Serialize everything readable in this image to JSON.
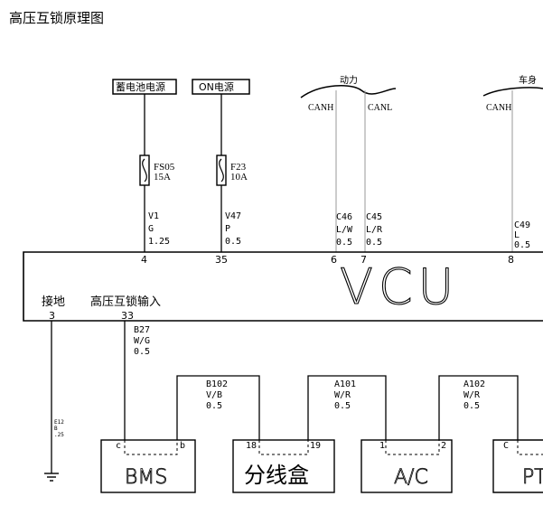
{
  "title": "高压互锁原理图",
  "power_sources": {
    "battery": "蓄电池电源",
    "on": "ON电源"
  },
  "fuses": [
    {
      "name": "FS05",
      "rating": "15A"
    },
    {
      "name": "F23",
      "rating": "10A"
    }
  ],
  "bus_groups": {
    "power": "动力",
    "body": "车身"
  },
  "can_labels": {
    "power_h": "CANH",
    "power_l": "CANL",
    "body_h": "CANH"
  },
  "wires": {
    "v1": [
      "V1",
      "G",
      "1.25"
    ],
    "v47": [
      "V47",
      "P",
      "0.5"
    ],
    "c46": [
      "C46",
      "L/W",
      "0.5"
    ],
    "c45": [
      "C45",
      "L/R",
      "0.5"
    ],
    "c49": [
      "C49",
      "L",
      "0.5"
    ],
    "b27": [
      "B27",
      "W/G",
      "0.5"
    ],
    "b102": [
      "B102",
      "V/B",
      "0.5"
    ],
    "a101": [
      "A101",
      "W/R",
      "0.5"
    ],
    "a102": [
      "A102",
      "W/R",
      "0.5"
    ],
    "e12": [
      "E12",
      "B",
      ".25"
    ]
  },
  "vcu": {
    "name": "VCU",
    "pins_top": [
      "4",
      "35",
      "6",
      "7",
      "8"
    ],
    "pins_bottom": [
      "3",
      "33"
    ],
    "ground_label": "接地",
    "interlock_label": "高压互锁输入"
  },
  "modules": [
    {
      "name": "BMS",
      "pin_left": "c",
      "pin_right": "b"
    },
    {
      "name": "分线盒",
      "pin_left": "18",
      "pin_right": "19"
    },
    {
      "name": "A/C",
      "pin_left": "1",
      "pin_right": "2"
    },
    {
      "name": "PT",
      "pin_left": "C",
      "pin_right": ""
    }
  ]
}
